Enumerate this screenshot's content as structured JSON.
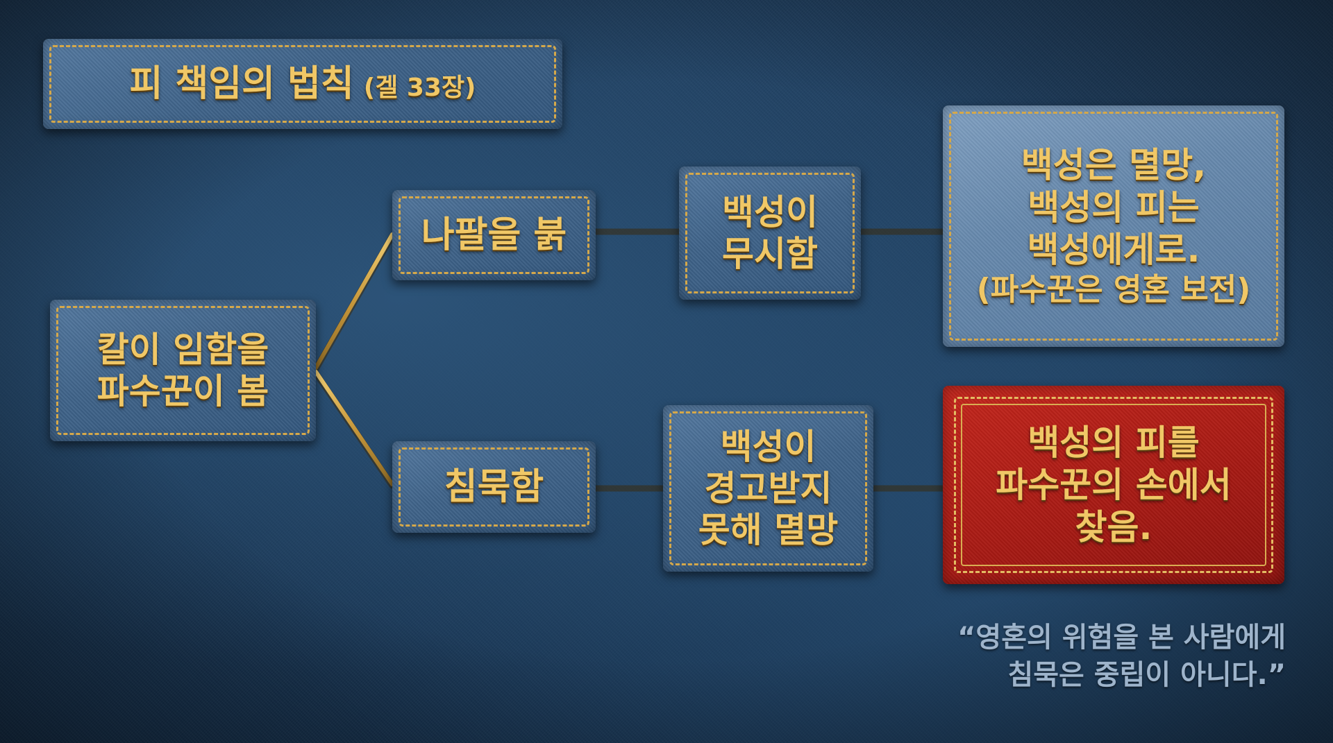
{
  "colors": {
    "accent_gold": "#f0c766",
    "stitch_gold": "#d5a84a",
    "denim_dark": "#1b3857",
    "patch_blue": "#3f6389",
    "alert_red": "#b01d16",
    "quote_gray": "#9eb4cb"
  },
  "title": {
    "main": "피 책임의 법칙",
    "sub": "(겔 33장)"
  },
  "nodes": {
    "root": {
      "lines": [
        "칼이 임함을",
        "파수꾼이 봄"
      ]
    },
    "blow": {
      "lines": [
        "나팔을 붉"
      ]
    },
    "silent": {
      "lines": [
        "침묵함"
      ]
    },
    "ignore": {
      "lines": [
        "백성이",
        "무시함"
      ]
    },
    "unwarned": {
      "lines": [
        "백성이",
        "경고받지",
        "못해 멸망"
      ]
    },
    "outcome_people": {
      "lines": [
        "백성은 멸망,",
        "백성의 피는",
        "백성에게로.",
        "(파수꾼은 영혼 보전)"
      ]
    },
    "outcome_watchman": {
      "lines": [
        "백성의 피를",
        "파수꾼의 손에서",
        "찾음."
      ]
    }
  },
  "quote": {
    "lines": [
      "“영혼의 위험을 본 사람에게",
      "침묵은 중립이 아니다.”"
    ]
  }
}
